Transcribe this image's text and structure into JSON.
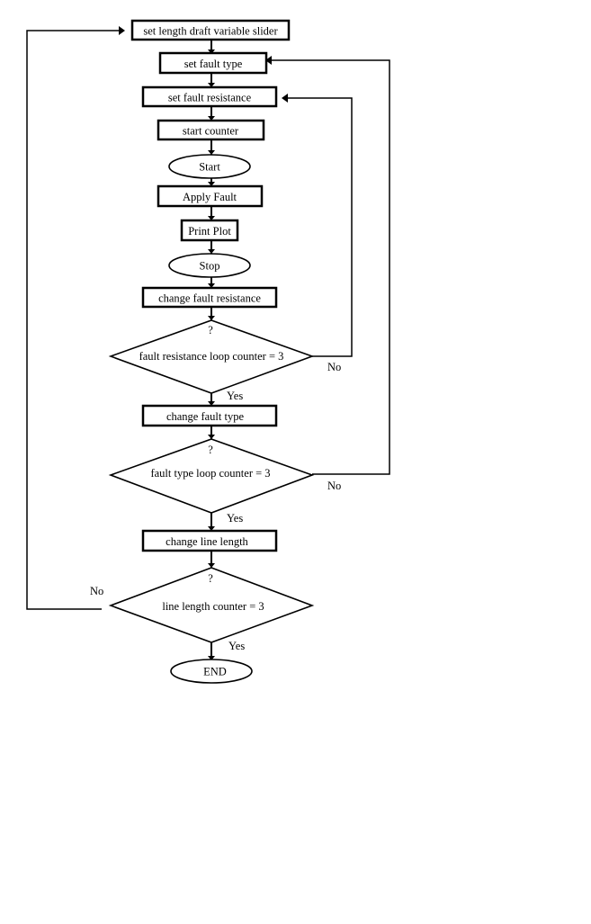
{
  "flowchart": {
    "steps": {
      "set_length": "set length draft variable slider",
      "set_fault_type": "set fault type",
      "set_fault_resistance": "set fault resistance",
      "start_counter": "start counter",
      "start": "Start",
      "apply_fault": "Apply Fault",
      "print_plot": "Print Plot",
      "stop": "Stop",
      "change_fault_resistance": "change fault resistance",
      "change_fault_type": "change fault type",
      "change_line_length": "change line length",
      "end": "END"
    },
    "decisions": {
      "resistance_loop": {
        "mark": "?",
        "label": "fault resistance loop counter = 3",
        "no": "No",
        "yes": "Yes"
      },
      "type_loop": {
        "mark": "?",
        "label": "fault type loop counter = 3",
        "no": "No",
        "yes": "Yes"
      },
      "length_loop": {
        "mark": "?",
        "label": "line length counter = 3",
        "no": "No",
        "yes": "Yes"
      }
    }
  }
}
